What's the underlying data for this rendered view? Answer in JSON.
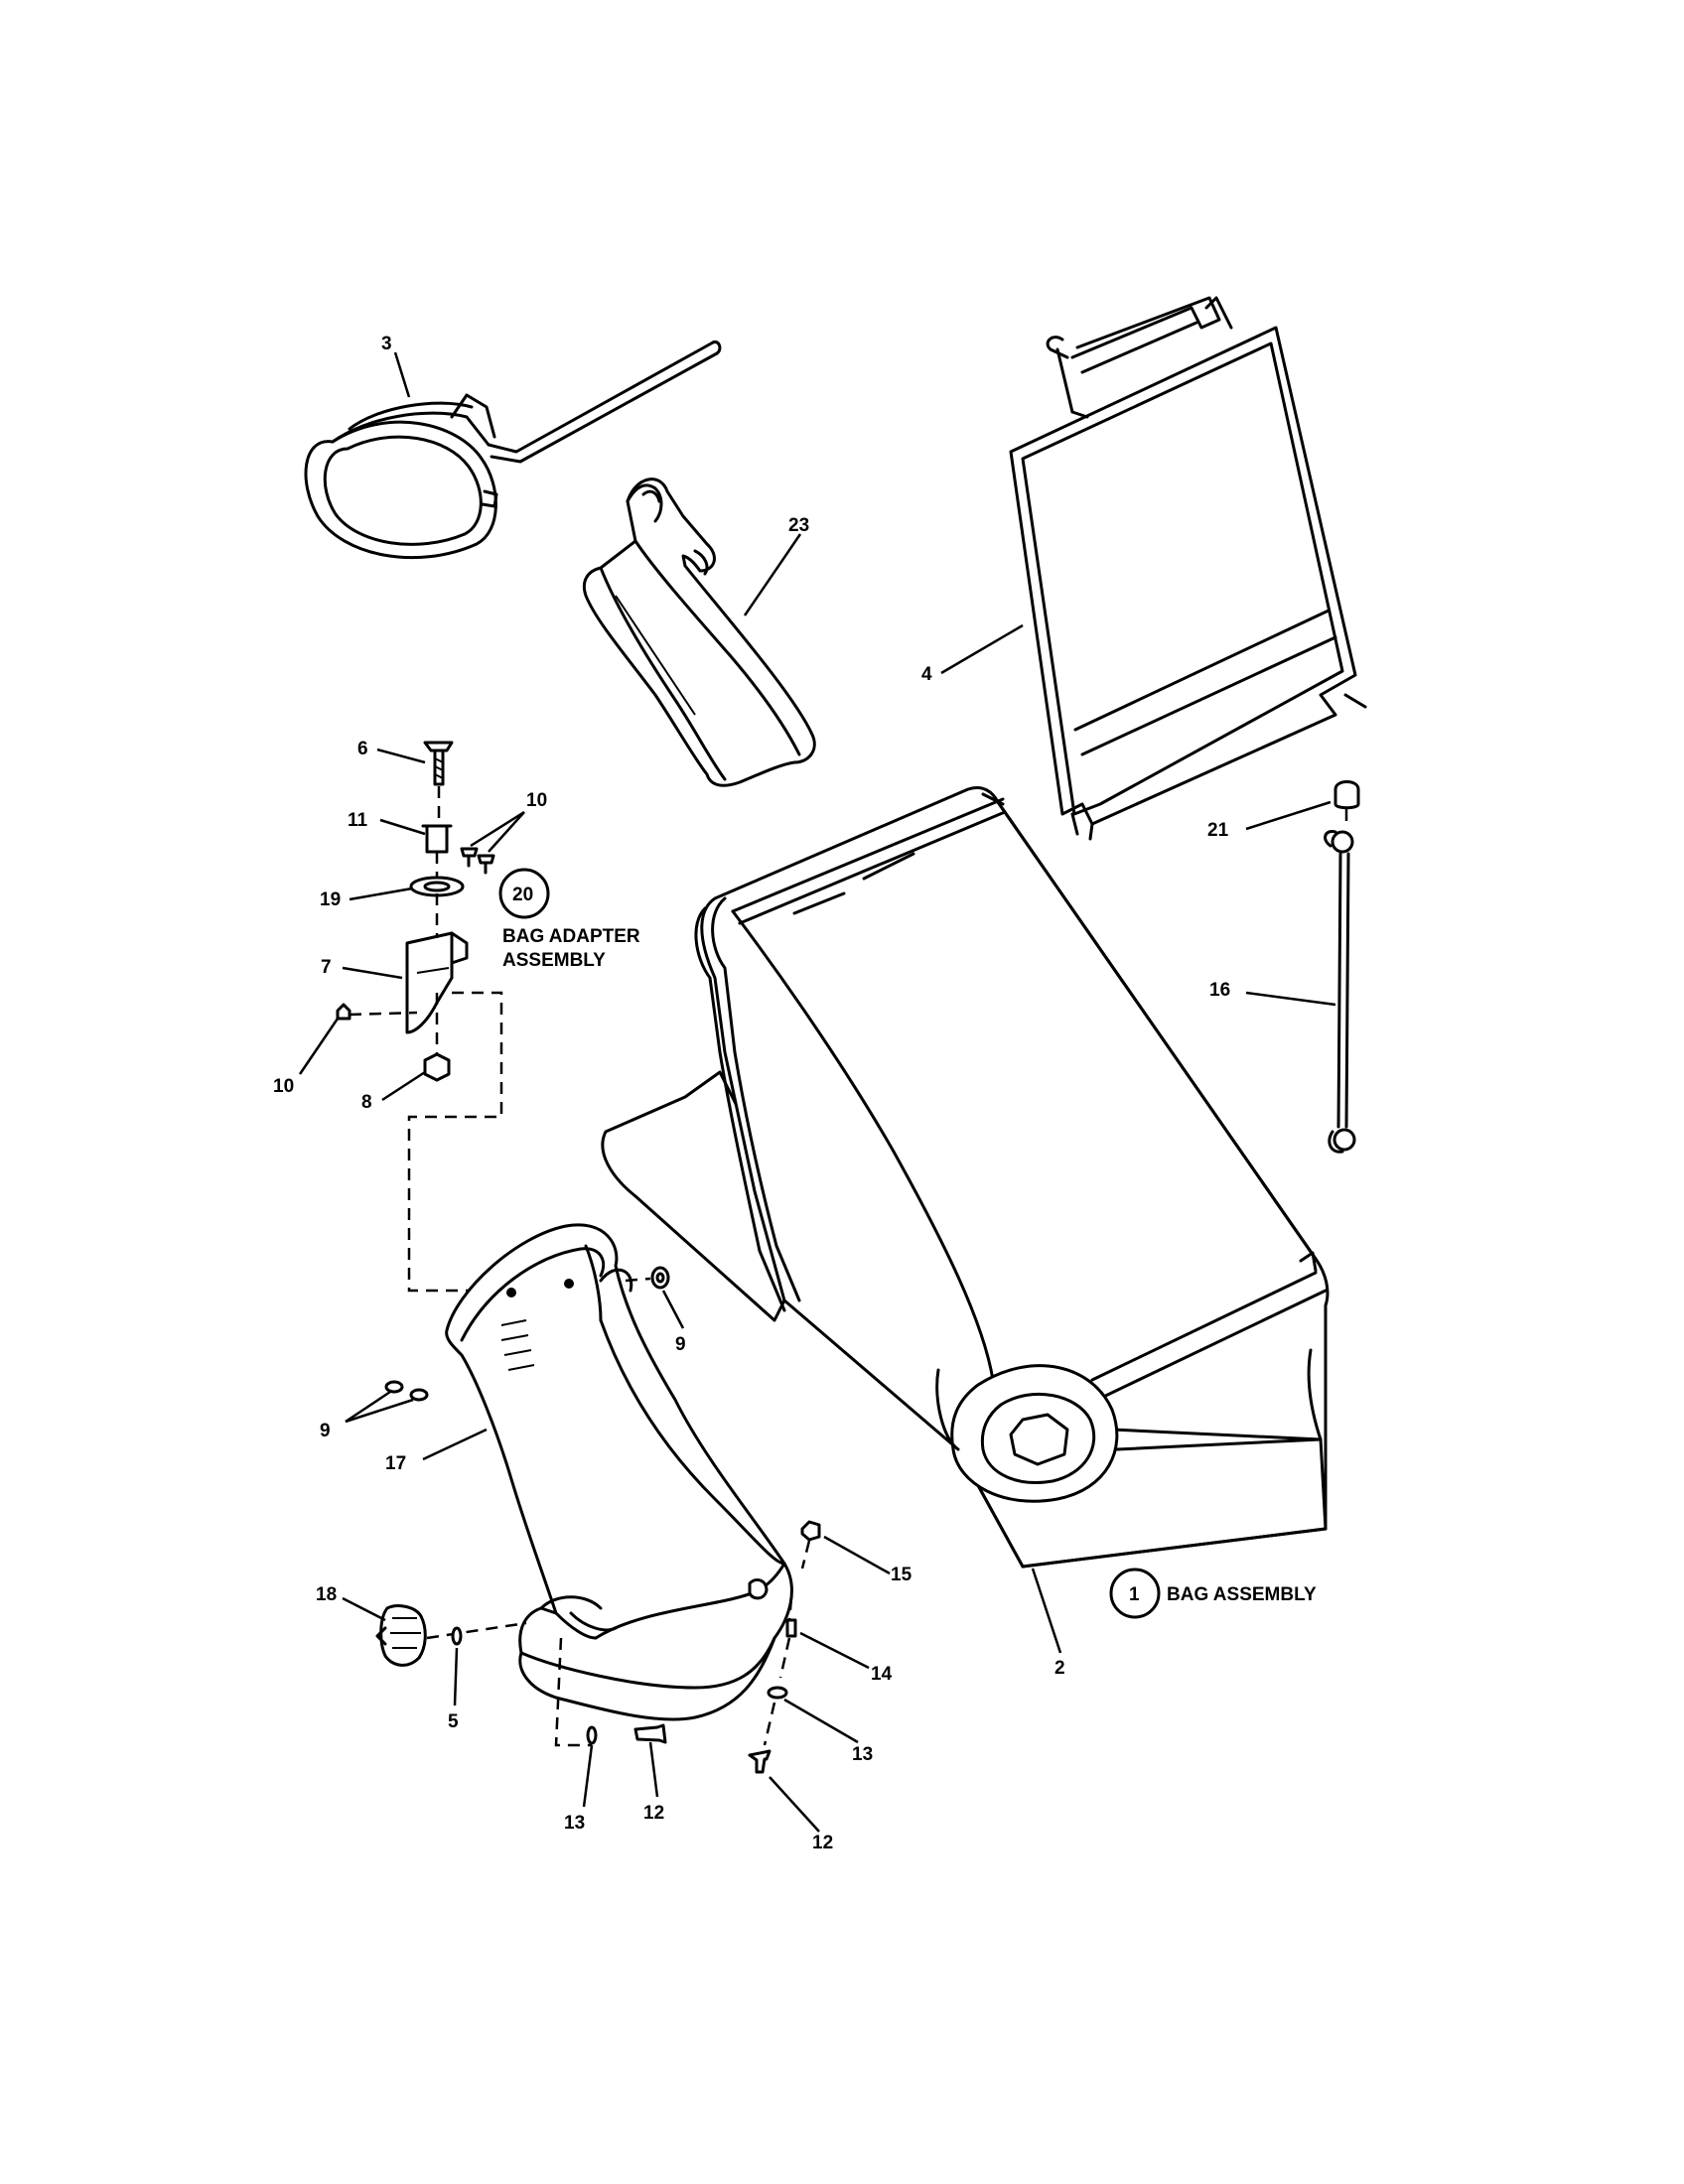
{
  "callouts": [
    {
      "id": "c3",
      "text": "3"
    },
    {
      "id": "c23",
      "text": "23"
    },
    {
      "id": "c4",
      "text": "4"
    },
    {
      "id": "c6",
      "text": "6"
    },
    {
      "id": "c11",
      "text": "11"
    },
    {
      "id": "c10a",
      "text": "10"
    },
    {
      "id": "c19",
      "text": "19"
    },
    {
      "id": "c20",
      "text": "20"
    },
    {
      "id": "c7",
      "text": "7"
    },
    {
      "id": "c10b",
      "text": "10"
    },
    {
      "id": "c8",
      "text": "8"
    },
    {
      "id": "c21",
      "text": "21"
    },
    {
      "id": "c16",
      "text": "16"
    },
    {
      "id": "c9a",
      "text": "9"
    },
    {
      "id": "c9b",
      "text": "9"
    },
    {
      "id": "c17",
      "text": "17"
    },
    {
      "id": "c15",
      "text": "15"
    },
    {
      "id": "c18",
      "text": "18"
    },
    {
      "id": "c14",
      "text": "14"
    },
    {
      "id": "c5",
      "text": "5"
    },
    {
      "id": "c13a",
      "text": "13"
    },
    {
      "id": "c13b",
      "text": "13"
    },
    {
      "id": "c12a",
      "text": "12"
    },
    {
      "id": "c12b",
      "text": "12"
    },
    {
      "id": "c2",
      "text": "2"
    },
    {
      "id": "c1",
      "text": "1"
    }
  ],
  "assembly_labels": {
    "bag_adapter_line1": "BAG ADAPTER",
    "bag_adapter_line2": "ASSEMBLY",
    "bag_assembly": "BAG ASSEMBLY"
  }
}
